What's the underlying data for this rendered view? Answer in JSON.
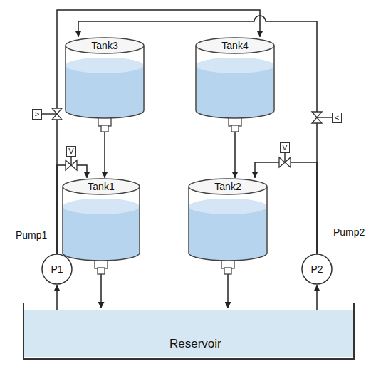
{
  "diagram": {
    "nodes": [
      {
        "text": [
          "Tank3"
        ]
      },
      {
        "text": [
          "Tank4"
        ]
      },
      {
        "text": [
          ">"
        ]
      },
      {
        "text": [
          "<"
        ]
      },
      {
        "text": [
          "V"
        ]
      },
      {
        "text": [
          "V"
        ]
      },
      {
        "text": [
          "Tank1"
        ]
      },
      {
        "text": [
          "Tank2"
        ]
      },
      {
        "text": [
          "Pump1",
          "P1"
        ]
      },
      {
        "text": [
          "Pump2",
          "P2"
        ]
      },
      {
        "text": [
          "Reservoir"
        ]
      }
    ],
    "edges": [
      {
        "from": 0,
        "to": 6,
        "arrow": "to"
      },
      {
        "from": 1,
        "to": 7,
        "arrow": "to"
      },
      {
        "from": 6,
        "to": 10,
        "arrow": "to"
      },
      {
        "from": 7,
        "to": 10,
        "arrow": "to"
      },
      {
        "from": 10,
        "to": 8,
        "arrow": "to"
      },
      {
        "from": 10,
        "to": 9,
        "arrow": "to"
      },
      {
        "from": 8,
        "to": 6,
        "arrow": "to"
      },
      {
        "from": 8,
        "to": 1,
        "arrow": "to"
      },
      {
        "from": 9,
        "to": 7,
        "arrow": "to"
      },
      {
        "from": 9,
        "to": 0,
        "arrow": "to"
      }
    ]
  }
}
